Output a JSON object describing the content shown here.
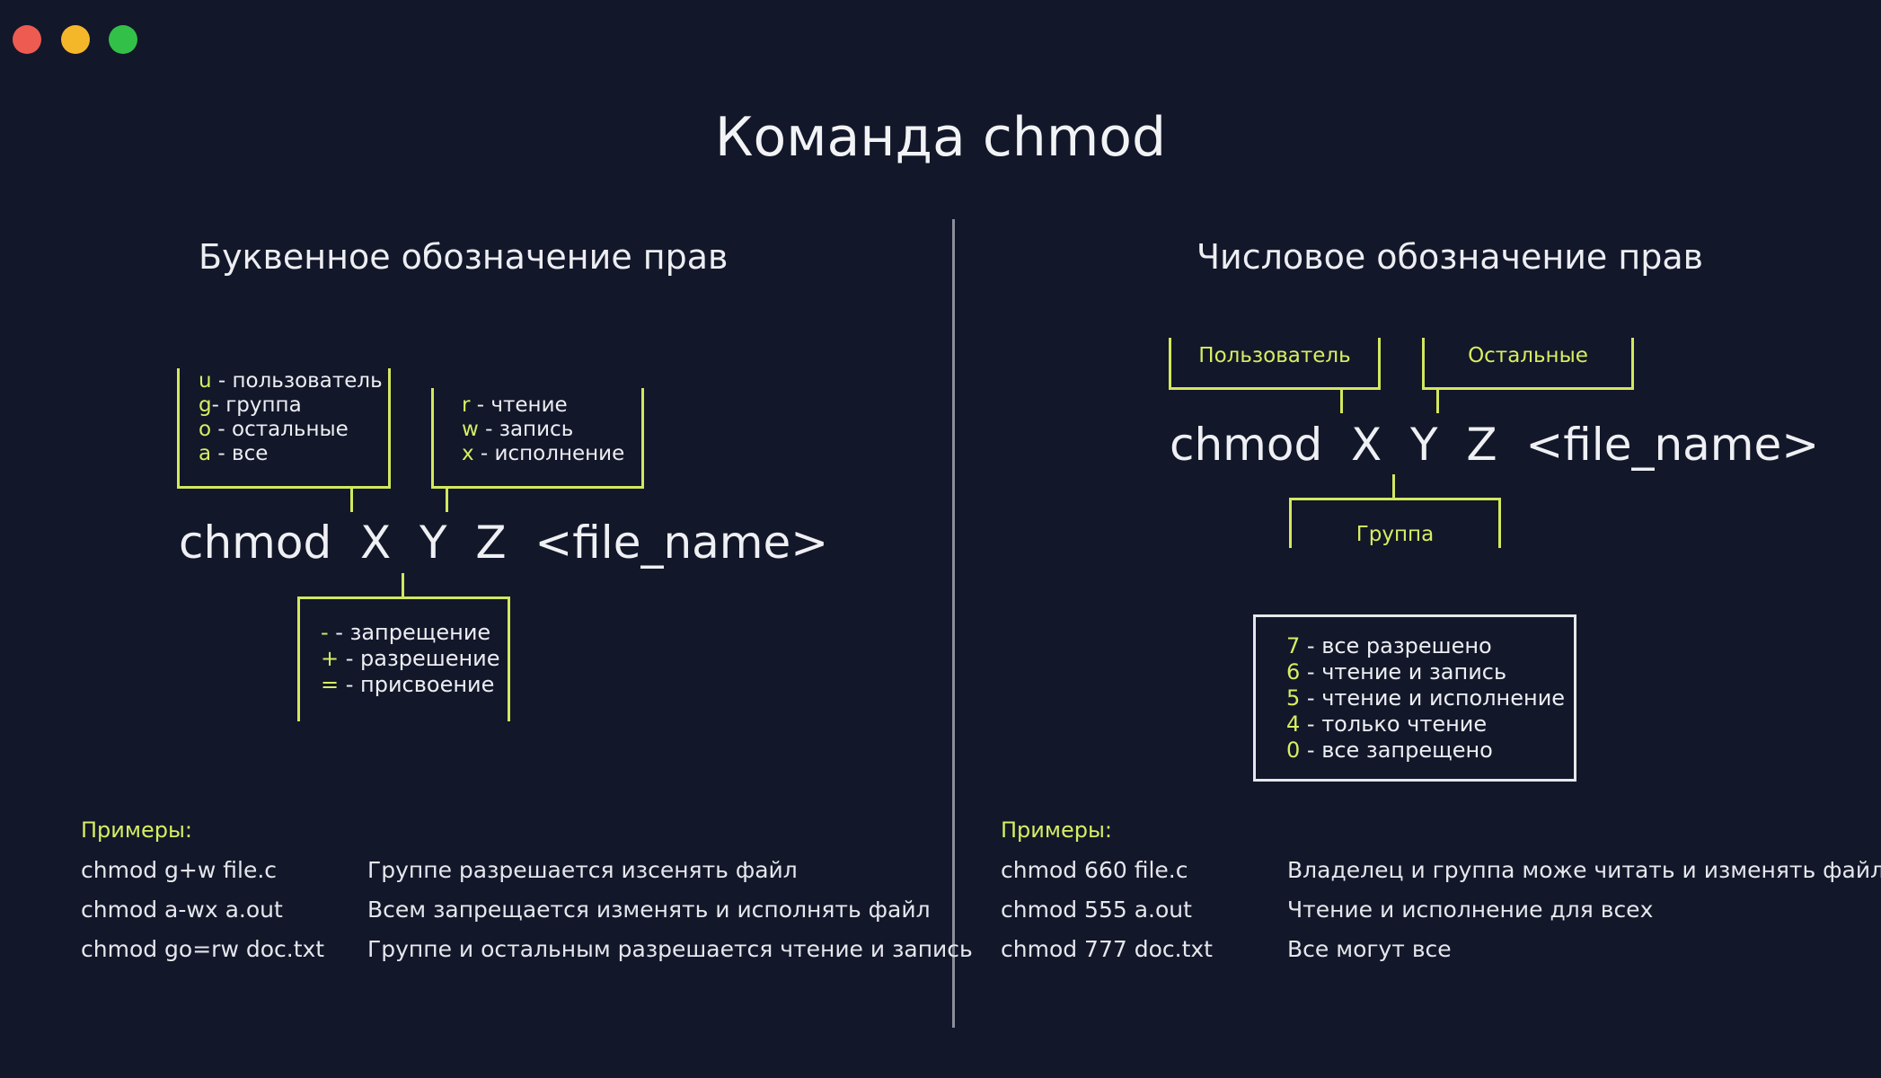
{
  "window": {
    "controls": [
      {
        "name": "close",
        "color": "#ee5b50"
      },
      {
        "name": "minimize",
        "color": "#f5b72a"
      },
      {
        "name": "maximize",
        "color": "#33c048"
      }
    ]
  },
  "title": "Команда chmod",
  "left": {
    "heading": "Буквенное обозначение прав",
    "who": [
      {
        "key": "u",
        "text": " - пользователь"
      },
      {
        "key": "g",
        "text": "- группа"
      },
      {
        "key": "o",
        "text": " - остальные"
      },
      {
        "key": "a",
        "text": " - все"
      }
    ],
    "perms": [
      {
        "key": "r",
        "text": " - чтение"
      },
      {
        "key": "w",
        "text": " - запись"
      },
      {
        "key": "x",
        "text": " - исполнение"
      }
    ],
    "command": "chmod  X  Y  Z  <file_name>",
    "ops": [
      {
        "key": "-",
        "text": " - запрещение"
      },
      {
        "key": "+",
        "text": " - разрешение"
      },
      {
        "key": "=",
        "text": " - присвоение"
      }
    ],
    "examples_heading": "Примеры:",
    "examples": [
      {
        "cmd": "chmod g+w file.c",
        "desc": "Группе разрешается изсенять файл"
      },
      {
        "cmd": "chmod a-wx a.out",
        "desc": "Всем запрещается изменять и исполнять файл"
      },
      {
        "cmd": " chmod go=rw doc.txt",
        "desc": "Группе и остальным разрешается чтение и запись"
      }
    ]
  },
  "right": {
    "heading": "Числовое обозначение прав",
    "label_user": "Пользователь",
    "label_others": "Остальные",
    "label_group": "Группа",
    "command": "chmod  X  Y  Z  <file_name>",
    "values": [
      {
        "key": "7",
        "text": " - все разрешено"
      },
      {
        "key": "6",
        "text": " - чтение и запись"
      },
      {
        "key": "5",
        "text": " - чтение и исполнение"
      },
      {
        "key": "4",
        "text": " - только чтение"
      },
      {
        "key": "0",
        "text": " - все запрещено"
      }
    ],
    "examples_heading": "Примеры:",
    "examples": [
      {
        "cmd": "chmod 660 file.c",
        "desc": "Владелец и группа може читать и изменять файл"
      },
      {
        "cmd": "chmod 555 a.out",
        "desc": "Чтение и исполнение для всех"
      },
      {
        "cmd": "chmod 777 doc.txt",
        "desc": "Все могут все"
      }
    ]
  }
}
